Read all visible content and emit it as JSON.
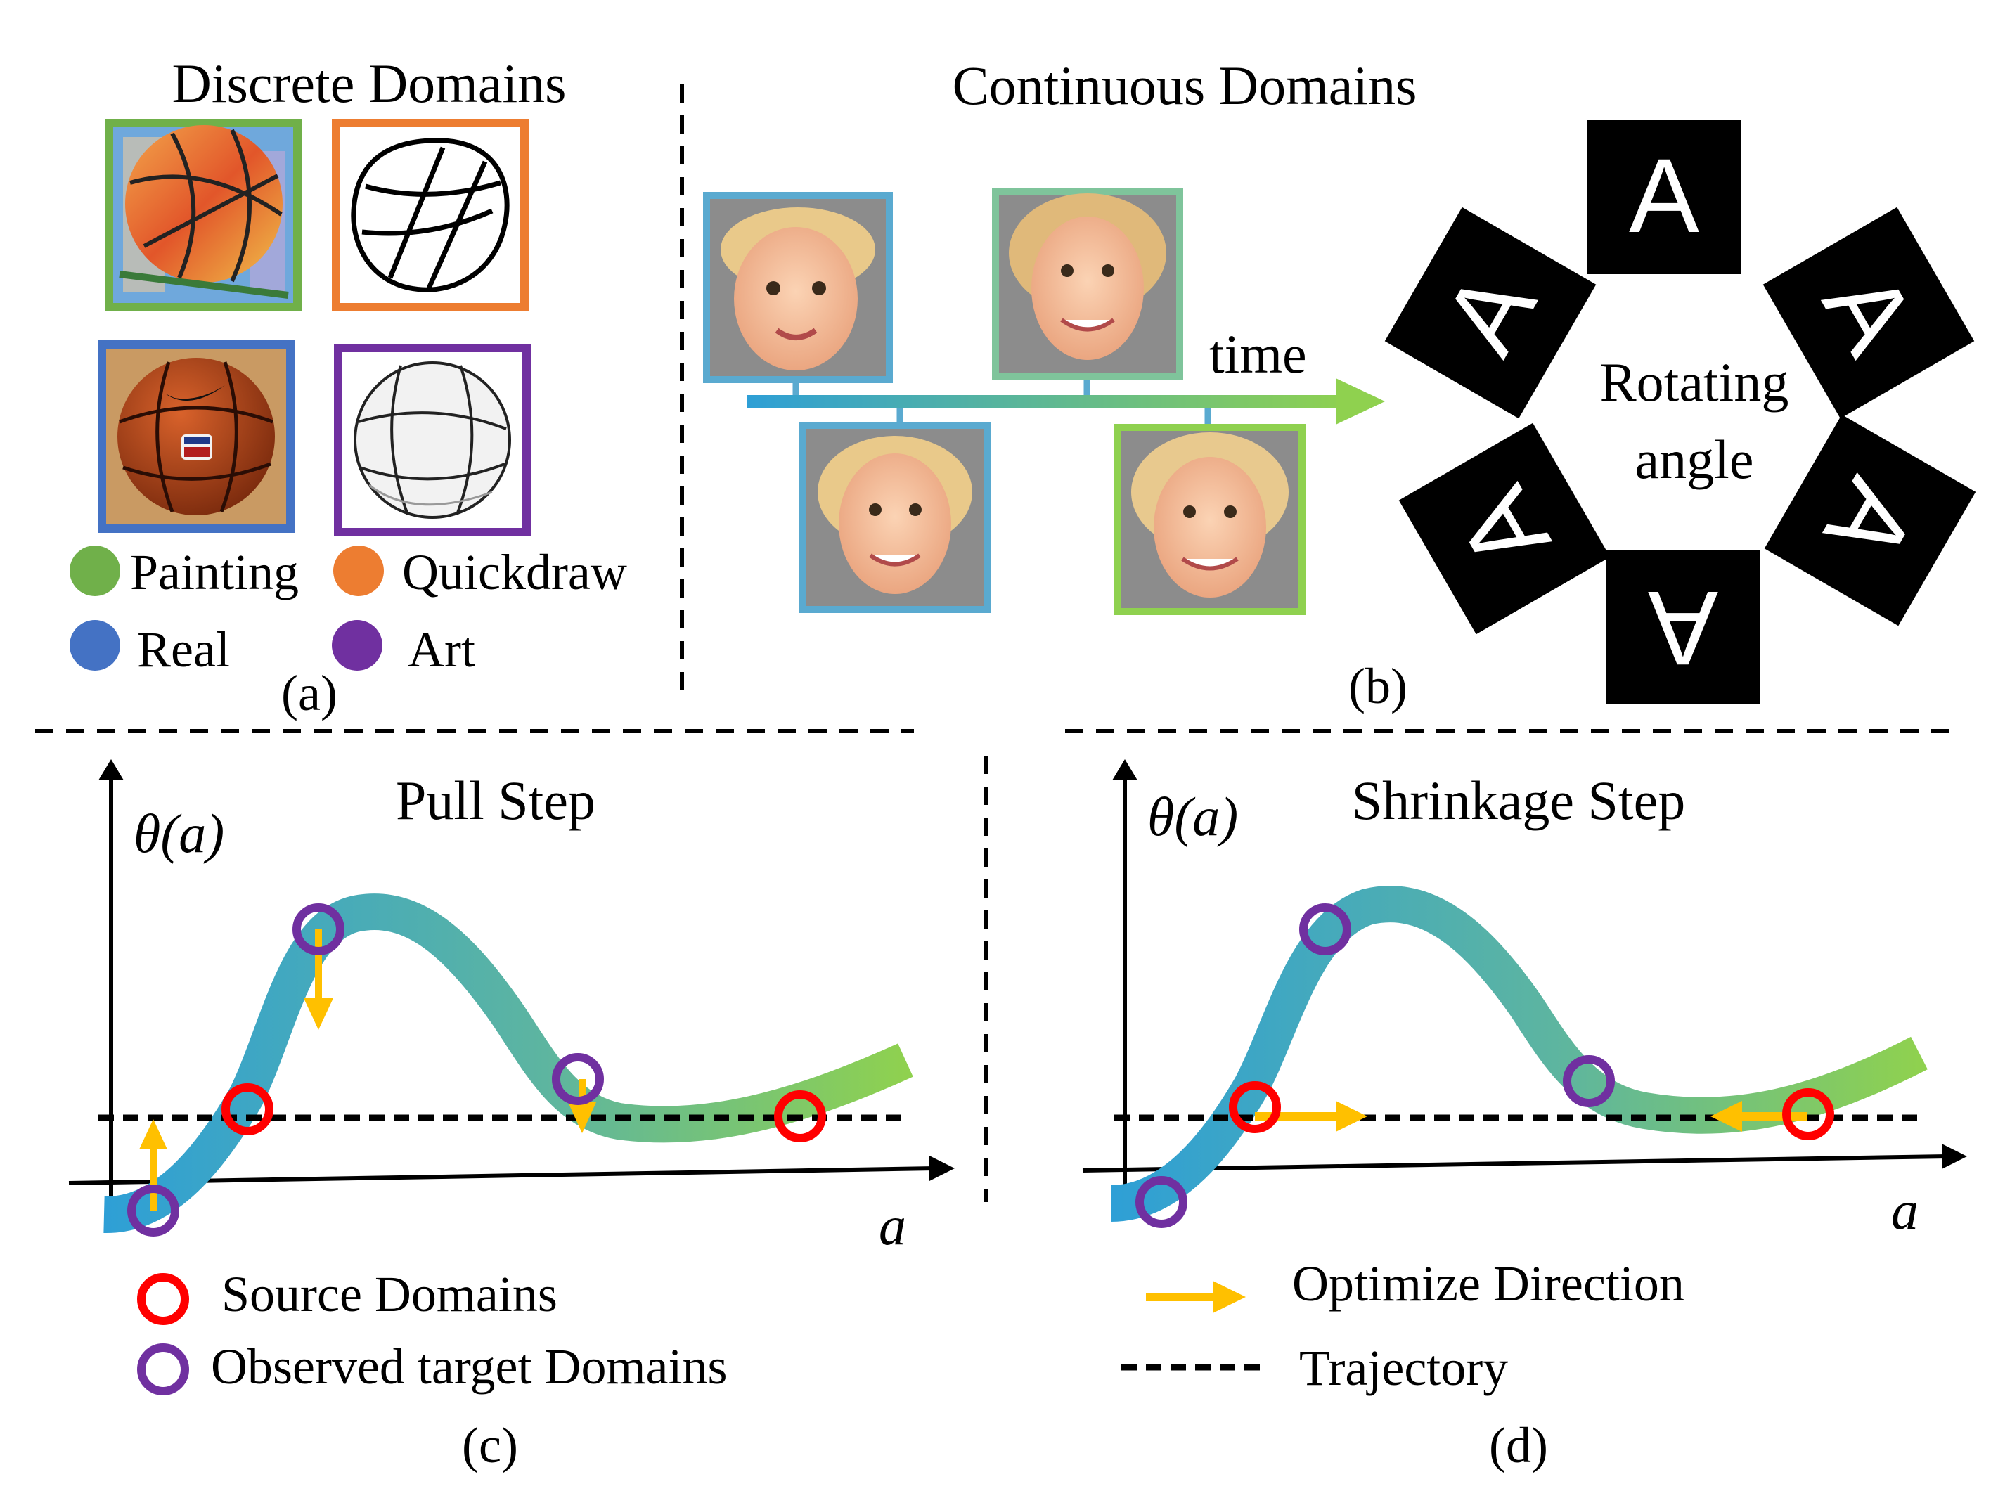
{
  "panel_a": {
    "title": "Discrete Domains",
    "legend": {
      "painting": "Painting",
      "quickdraw": "Quickdraw",
      "real": "Real",
      "art": "Art"
    },
    "caption": "(a)"
  },
  "panel_b": {
    "title": "Continuous Domains",
    "time_label": "time",
    "rotating_line1": "Rotating",
    "rotating_line2": "angle",
    "letter": "A",
    "caption": "(b)"
  },
  "panel_c": {
    "title": "Pull Step",
    "y_label": "θ(a)",
    "x_label": "a",
    "legend_source": "Source Domains",
    "legend_target": "Observed target Domains",
    "caption": "(c)"
  },
  "panel_d": {
    "title": "Shrinkage Step",
    "y_label": "θ(a)",
    "x_label": "a",
    "legend_direction": "Optimize Direction",
    "legend_trajectory": "Trajectory",
    "caption": "(d)"
  },
  "colors": {
    "painting": "#70b04a",
    "quickdraw": "#ed7d31",
    "real": "#4472c4",
    "art": "#7030a0",
    "source_marker": "#ff0000",
    "target_marker": "#7030a0",
    "arrow": "#ffc000",
    "curve_start": "#2e9fd6",
    "curve_end": "#8fd14f"
  }
}
